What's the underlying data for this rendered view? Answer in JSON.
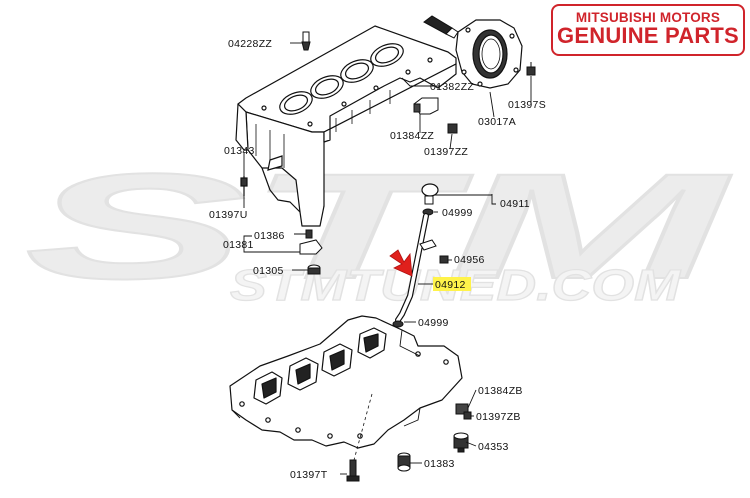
{
  "logo": {
    "line1": "MITSUBISHI MOTORS",
    "line2": "GENUINE PARTS",
    "color": "#d0242b"
  },
  "watermark": {
    "big": "STM",
    "small": "STMTUNED.COM",
    "color": "#e8e8e8"
  },
  "highlight_color": "#fff34a",
  "arrow_color": "#e0201c",
  "part_labels": {
    "p04228ZZ": "04228ZZ",
    "p01382ZZ": "01382ZZ",
    "p01397S": "01397S",
    "p03017A": "03017A",
    "p01384ZZ": "01384ZZ",
    "p01397ZZ": "01397ZZ",
    "p01343": "01343",
    "p01397U": "01397U",
    "p04911": "04911",
    "p04999a": "04999",
    "p01386": "01386",
    "p01381": "01381",
    "p04956": "04956",
    "p01305": "01305",
    "p04912": "04912",
    "p04999b": "04999",
    "p01384ZB": "01384ZB",
    "p01397ZB": "01397ZB",
    "p04353": "04353",
    "p01383": "01383",
    "p01397T": "01397T"
  }
}
